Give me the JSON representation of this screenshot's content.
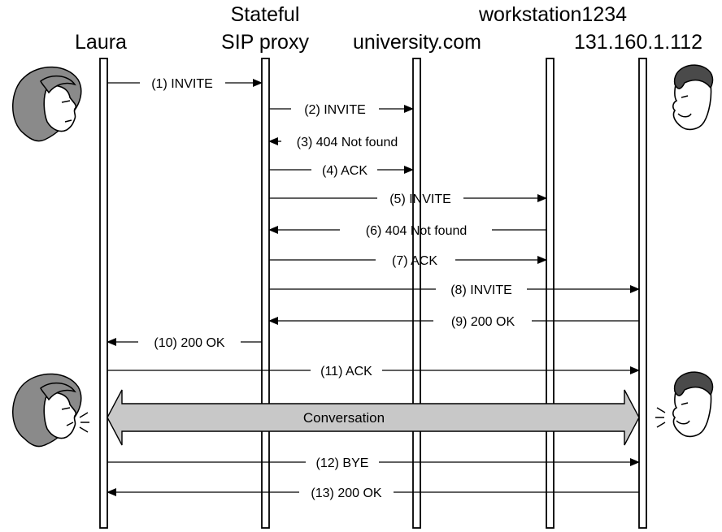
{
  "participants": [
    {
      "id": "laura",
      "name": "Laura"
    },
    {
      "id": "proxy",
      "name_line1": "Stateful",
      "name_line2": "SIP proxy"
    },
    {
      "id": "university",
      "name": "university.com"
    },
    {
      "id": "workstation",
      "name": "workstation1234"
    },
    {
      "id": "host",
      "name": "131.160.1.112"
    }
  ],
  "messages": [
    {
      "label": "(1) INVITE",
      "from": "laura",
      "to": "proxy"
    },
    {
      "label": "(2) INVITE",
      "from": "proxy",
      "to": "university"
    },
    {
      "label": "(3) 404 Not found",
      "from": "university",
      "to": "proxy"
    },
    {
      "label": "(4) ACK",
      "from": "proxy",
      "to": "university"
    },
    {
      "label": "(5) INVITE",
      "from": "proxy",
      "to": "workstation"
    },
    {
      "label": "(6) 404 Not found",
      "from": "workstation",
      "to": "proxy"
    },
    {
      "label": "(7) ACK",
      "from": "proxy",
      "to": "workstation"
    },
    {
      "label": "(8) INVITE",
      "from": "proxy",
      "to": "host"
    },
    {
      "label": "(9) 200 OK",
      "from": "host",
      "to": "proxy"
    },
    {
      "label": "(10) 200 OK",
      "from": "proxy",
      "to": "laura"
    },
    {
      "label": "(11) ACK",
      "from": "laura",
      "to": "host"
    },
    {
      "label": "(12) BYE",
      "from": "laura",
      "to": "host"
    },
    {
      "label": "(13) 200 OK",
      "from": "host",
      "to": "laura"
    }
  ],
  "conversation": {
    "label": "Conversation",
    "color": "#c8c8c8"
  },
  "icons": [
    "woman-face-icon",
    "man-face-icon",
    "woman-talking-icon",
    "man-talking-icon"
  ]
}
